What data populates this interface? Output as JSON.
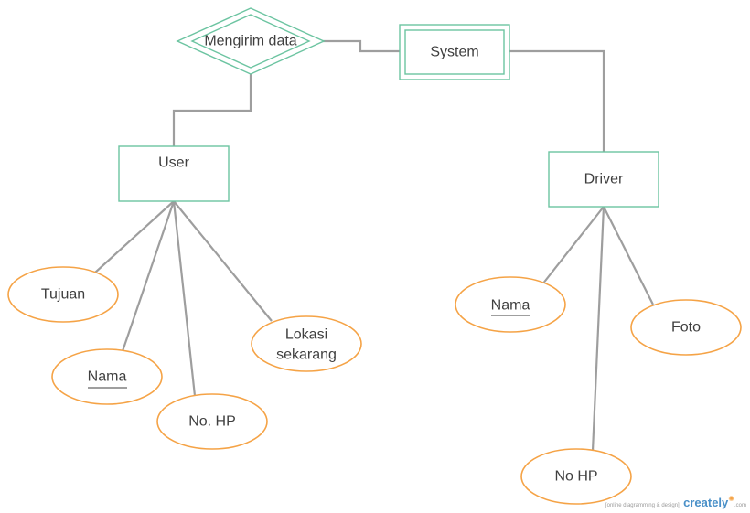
{
  "relationship": {
    "label": "Mengirim data"
  },
  "entities": {
    "system": {
      "label": "System"
    },
    "user": {
      "label": "User"
    },
    "driver": {
      "label": "Driver"
    }
  },
  "user_attributes": {
    "tujuan": {
      "label": "Tujuan"
    },
    "nama": {
      "label": "Nama",
      "key": true
    },
    "no_hp": {
      "label": "No. HP"
    },
    "lokasi_line1": {
      "label": "Lokasi"
    },
    "lokasi_line2": {
      "label": "sekarang"
    }
  },
  "driver_attributes": {
    "nama": {
      "label": "Nama",
      "key": true
    },
    "foto": {
      "label": "Foto"
    },
    "no_hp": {
      "label": "No HP"
    }
  },
  "watermark": {
    "tagline": "[online diagramming & design]",
    "brand": "creately",
    "domain": ".com"
  },
  "colors": {
    "entity_border": "#6cc4a1",
    "attribute_border": "#f5a346",
    "connector": "#9e9e9e",
    "text": "#3f3f3f"
  }
}
